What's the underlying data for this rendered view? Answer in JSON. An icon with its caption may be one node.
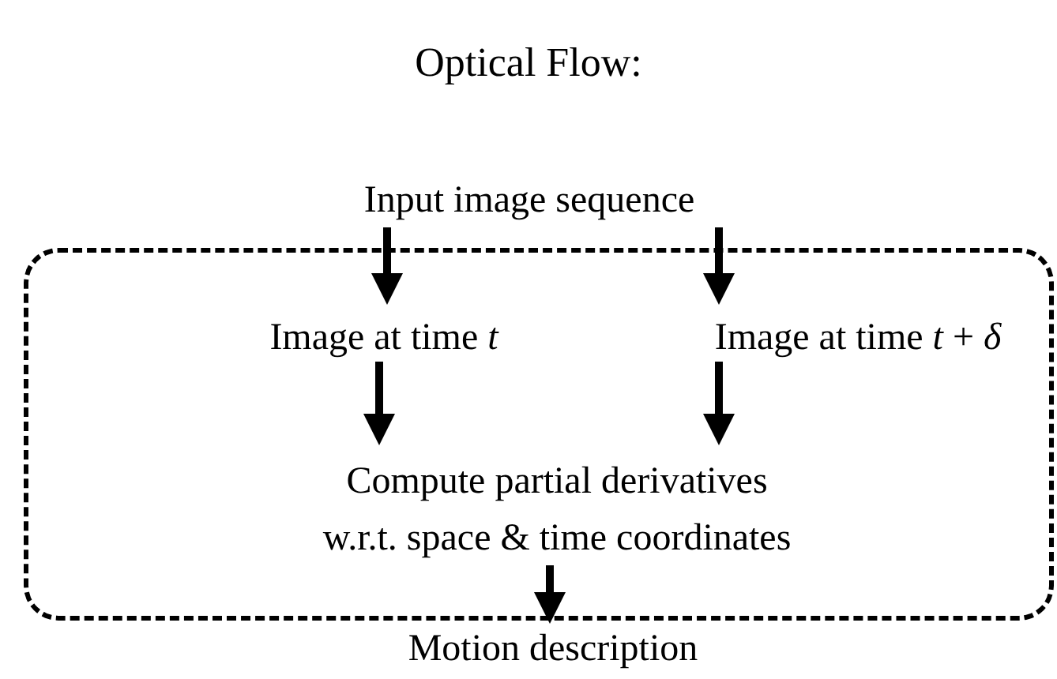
{
  "diagram": {
    "title": "Optical Flow:",
    "nodes": [
      {
        "text": [
          "Input image sequence"
        ]
      },
      {
        "text": [],
        "shape": "box"
      },
      {
        "text": [
          "Image at time *t*"
        ],
        "in": 1
      },
      {
        "text": [
          "Image at time *t* + *δ*"
        ],
        "in": 1
      },
      {
        "text": [
          "Compute partial derivatives w.r.t. space & time coordinates"
        ],
        "in": 1
      },
      {
        "text": [
          "Motion description"
        ]
      }
    ],
    "edges": [
      {
        "from": 0,
        "to": 2,
        "arrow": "to"
      },
      {
        "from": 0,
        "to": 3,
        "arrow": "to"
      },
      {
        "from": 2,
        "to": 4,
        "arrow": "to"
      },
      {
        "from": 3,
        "to": 4,
        "arrow": "to"
      },
      {
        "from": 4,
        "to": 5,
        "arrow": "to"
      }
    ]
  }
}
